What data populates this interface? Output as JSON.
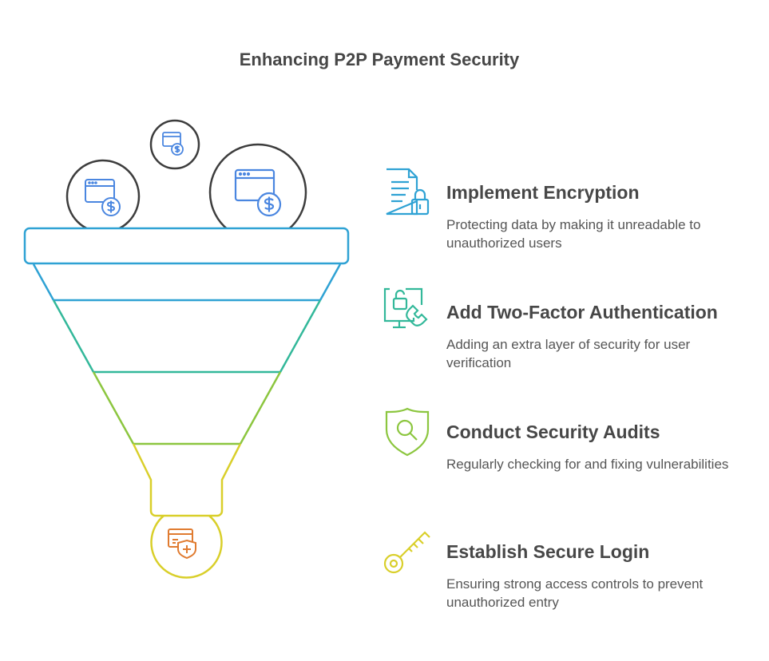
{
  "title": "Enhancing P2P Payment Security",
  "colors": {
    "stroke_dark": "#3d3d3d",
    "blue": "#2fa2d4",
    "teal": "#33b89a",
    "green": "#8cc63f",
    "yellow": "#d9cf2a",
    "icon_blue": "#4a86e0",
    "icon_orange": "#e07b30"
  },
  "funnel_top_icons": [
    "browser-dollar-icon",
    "browser-dollar-icon",
    "browser-dollar-icon"
  ],
  "funnel_bottom_icon": "card-shield-icon",
  "steps": [
    {
      "icon": "document-lock-icon",
      "title": "Implement Encryption",
      "description": "Protecting data by making it unreadable to unauthorized users",
      "color": "#2fa2d4"
    },
    {
      "icon": "screen-phone-lock-icon",
      "title": "Add Two-Factor Authentication",
      "description": "Adding an extra layer of security for user verification",
      "color": "#33b89a"
    },
    {
      "icon": "shield-search-icon",
      "title": "Conduct Security Audits",
      "description": "Regularly checking for and fixing vulnerabilities",
      "color": "#8cc63f"
    },
    {
      "icon": "key-icon",
      "title": "Establish Secure Login",
      "description": "Ensuring strong access controls to prevent unauthorized entry",
      "color": "#d9cf2a"
    }
  ]
}
